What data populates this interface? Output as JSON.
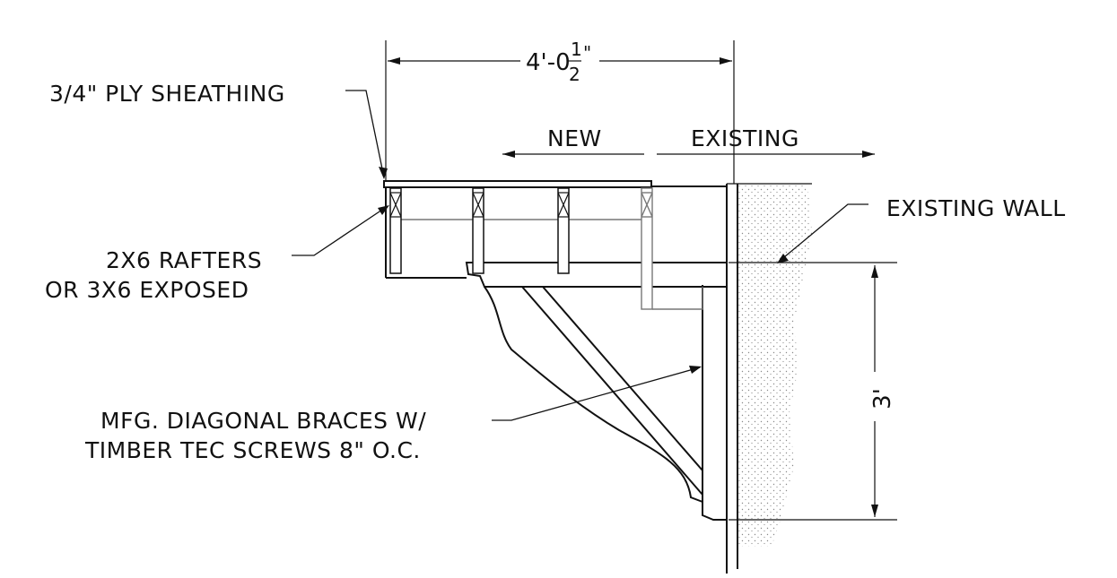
{
  "labels": {
    "sheathing": "3/4\" PLY SHEATHING",
    "rafters_line1": "2X6 RAFTERS",
    "rafters_line2": "OR 3X6 EXPOSED",
    "braces_line1": "MFG. DIAGONAL BRACES W/",
    "braces_line2": "TIMBER TEC SCREWS 8\" O.C.",
    "existing_wall": "EXISTING WALL",
    "new": "NEW",
    "existing": "EXISTING"
  },
  "dimensions": {
    "width_main": "4'-0",
    "width_frac_num": "1",
    "width_frac_den": "2",
    "width_inch": "\"",
    "height": "3'"
  },
  "colors": {
    "ink": "#111111",
    "hidden_line": "#777777",
    "wall_stipple": "#8a8a8a"
  }
}
